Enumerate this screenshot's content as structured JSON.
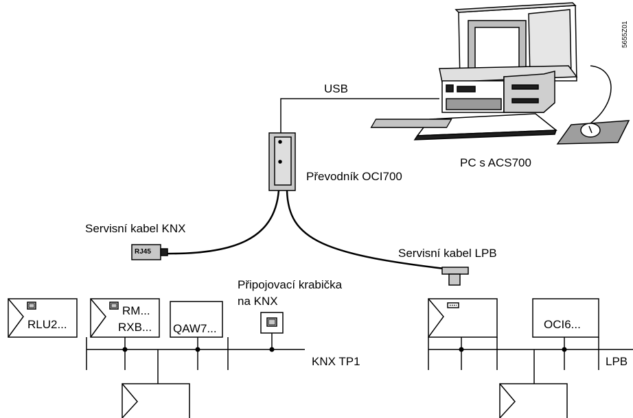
{
  "figure_id": "5655Z01",
  "labels": {
    "usb": "USB",
    "pc": "PC s ACS700",
    "converter": "Převodník OCI700",
    "knx_cable": "Servisní kabel KNX",
    "lpb_cable": "Servisní kabel LPB",
    "knx_box_line1": "Připojovací krabička",
    "knx_box_line2": "na KNX",
    "rj45": "RJ45",
    "knx_bus": "KNX TP1",
    "lpb_bus": "LPB"
  },
  "devices": {
    "rlu": "RLU2...",
    "rm_line1": "RM...",
    "rm_line2": "RXB...",
    "qaw": "QAW7...",
    "oci6": "OCI6..."
  },
  "colors": {
    "line": "#000000",
    "device_fill": "#ffffff",
    "converter_fill": "#c8c8c8",
    "pc_gray": "#b4b4b4",
    "dark": "#1e1e1e"
  }
}
